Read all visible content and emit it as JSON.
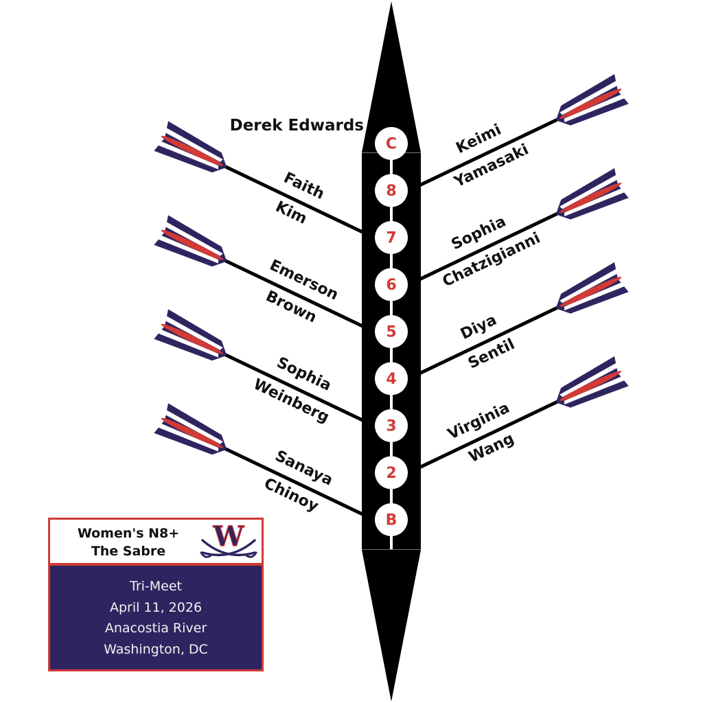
{
  "colors": {
    "navy": "#2e2560",
    "red": "#d13a36",
    "boat": "#000000",
    "white": "#ffffff"
  },
  "coxswain": {
    "name": "Derek Edwards",
    "seat_label": "C"
  },
  "seats": [
    {
      "label": "C"
    },
    {
      "label": "8"
    },
    {
      "label": "7"
    },
    {
      "label": "6"
    },
    {
      "label": "5"
    },
    {
      "label": "4"
    },
    {
      "label": "3"
    },
    {
      "label": "2"
    },
    {
      "label": "B"
    }
  ],
  "rowers": [
    {
      "seat": "8",
      "side": "right",
      "first": "Keimi",
      "last": "Yamasaki"
    },
    {
      "seat": "7",
      "side": "left",
      "first": "Faith",
      "last": "Kim"
    },
    {
      "seat": "6",
      "side": "right",
      "first": "Sophia",
      "last": "Chatzigianni"
    },
    {
      "seat": "5",
      "side": "left",
      "first": "Emerson",
      "last": "Brown"
    },
    {
      "seat": "4",
      "side": "right",
      "first": "Diya",
      "last": "Sentil"
    },
    {
      "seat": "3",
      "side": "left",
      "first": "Sophia",
      "last": "Weinberg"
    },
    {
      "seat": "2",
      "side": "right",
      "first": "Virginia",
      "last": "Wang"
    },
    {
      "seat": "B",
      "side": "left",
      "first": "Sanaya",
      "last": "Chinoy"
    }
  ],
  "info": {
    "title_line1": "Women's N8+",
    "title_line2": "The Sabre",
    "logo": {
      "letter": "W",
      "icon": "crossed-sabres-icon"
    },
    "event": "Tri-Meet",
    "date": "April 11, 2026",
    "venue": "Anacostia River",
    "location": "Washington, DC"
  }
}
